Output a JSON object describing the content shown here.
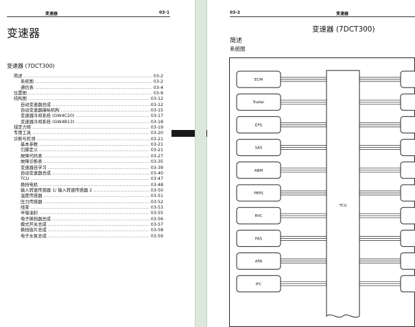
{
  "left_page": {
    "header_title": "变速器",
    "header_page": "03-1",
    "chapter_title": "变速器",
    "toc_heading": "变速器 (7DCT300)",
    "toc": [
      {
        "label": "简述",
        "page": "03-2",
        "level": 1
      },
      {
        "label": "系统图",
        "page": "03-2",
        "level": 2
      },
      {
        "label": "通信表",
        "page": "03-4",
        "level": 2
      },
      {
        "label": "位置图",
        "page": "03-9",
        "level": 1
      },
      {
        "label": "结构图",
        "page": "03-12",
        "level": 1
      },
      {
        "label": "自动变速器总成",
        "page": "03-12",
        "level": 2
      },
      {
        "label": "自动变速器操纵机构",
        "page": "03-15",
        "level": 2
      },
      {
        "label": "变速器冷却系统 (GW4C20)",
        "page": "03-17",
        "level": 2
      },
      {
        "label": "变速器冷却系统 (GW4B13)",
        "page": "03-18",
        "level": 2
      },
      {
        "label": "规定力矩",
        "page": "03-19",
        "level": 1
      },
      {
        "label": "专用工具",
        "page": "03-20",
        "level": 1
      },
      {
        "label": "诊断与检测",
        "page": "03-21",
        "level": 1
      },
      {
        "label": "基本参数",
        "page": "03-21",
        "level": 2
      },
      {
        "label": "引脚定义",
        "page": "03-21",
        "level": 2
      },
      {
        "label": "故障代码表",
        "page": "03-27",
        "level": 2
      },
      {
        "label": "故障诊断表",
        "page": "03-35",
        "level": 2
      },
      {
        "label": "变速器自学习",
        "page": "03-39",
        "level": 2
      },
      {
        "label": "自动变速器总成",
        "page": "03-40",
        "level": 2
      },
      {
        "label": "TCU",
        "page": "03-47",
        "level": 2
      },
      {
        "label": "换挡电机",
        "page": "03-48",
        "level": 2
      },
      {
        "label": "输入转速传感器 1/ 输入转速传感器 2",
        "page": "03-50",
        "level": 2
      },
      {
        "label": "温度传感器",
        "page": "03-51",
        "level": 2
      },
      {
        "label": "压力传感器",
        "page": "03-52",
        "level": 2
      },
      {
        "label": "线束",
        "page": "03-53",
        "level": 2
      },
      {
        "label": "半轴油封",
        "page": "03-55",
        "level": 2
      },
      {
        "label": "电子换挡器总成",
        "page": "03-56",
        "level": 2
      },
      {
        "label": "模式开关总成",
        "page": "03-57",
        "level": 2
      },
      {
        "label": "换挡拨片总成",
        "page": "03-58",
        "level": 2
      },
      {
        "label": "电子水泵总成",
        "page": "03-59",
        "level": 2
      }
    ]
  },
  "right_page": {
    "header_page": "03-2",
    "header_title": "变速器",
    "title": "变速器 (7DCT300)",
    "section": "简述",
    "subsection": "系统图",
    "diagram": {
      "center_label": "TCU",
      "modules": [
        "ECM",
        "Trailer",
        "EPS",
        "SAS",
        "ABM",
        "PEPS",
        "RVC",
        "PAS",
        "APA",
        "IFC"
      ]
    }
  }
}
